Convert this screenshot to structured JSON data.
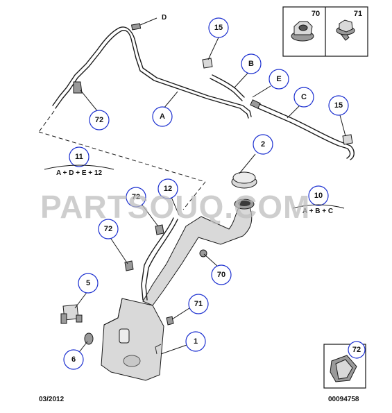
{
  "watermark": "PARTSOUQ.COM",
  "date_code": "03/2012",
  "diagram_ref": "00094758",
  "legend_box": {
    "left_number": "70",
    "right_number": "71"
  },
  "small_box": {
    "number": "72"
  },
  "letter_labels": {
    "d": "D"
  },
  "callouts": {
    "a": "A",
    "b": "B",
    "c": "C",
    "e": "E",
    "n1": "1",
    "n2": "2",
    "n5": "5",
    "n6": "6",
    "n12": "12",
    "n15_top": "15",
    "n15_right": "15",
    "n70": "70",
    "n71": "71",
    "n72_left": "72",
    "n72_mid": "72",
    "n72_low": "72"
  },
  "kits": {
    "kit11": {
      "number": "11",
      "formula": "A + D + E + 12"
    },
    "kit10": {
      "number": "10",
      "formula": "A + B + C"
    }
  }
}
